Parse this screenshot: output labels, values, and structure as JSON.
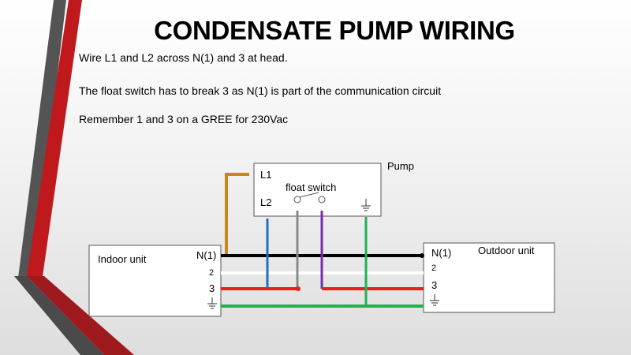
{
  "title": "CONDENSATE PUMP WIRING",
  "notes": [
    "Wire L1 and L2 across N(1) and 3 at head.",
    "The float switch has to break 3 as N(1) is part of the communication circuit",
    "Remember 1 and 3 on a GREE  for 230Vac"
  ],
  "pump": {
    "label": "Pump",
    "l1": "L1",
    "l2": "L2",
    "switch_label": "float switch"
  },
  "indoor": {
    "label": "Indoor unit",
    "n1": "N(1)",
    "t2": "2",
    "t3": "3"
  },
  "outdoor": {
    "label": "Outdoor unit",
    "n1": "N(1)",
    "t2": "2",
    "t3": "3"
  },
  "colors": {
    "brown": "#c8861e",
    "blue": "#1f6fc1",
    "grey": "#8a8a8a",
    "purple": "#7a2cb0",
    "green": "#1fb24f",
    "red": "#ee1c1c",
    "black": "#000000",
    "white": "#ffffff",
    "accent_red": "#c0191d",
    "accent_grey": "#5a5a5a"
  }
}
